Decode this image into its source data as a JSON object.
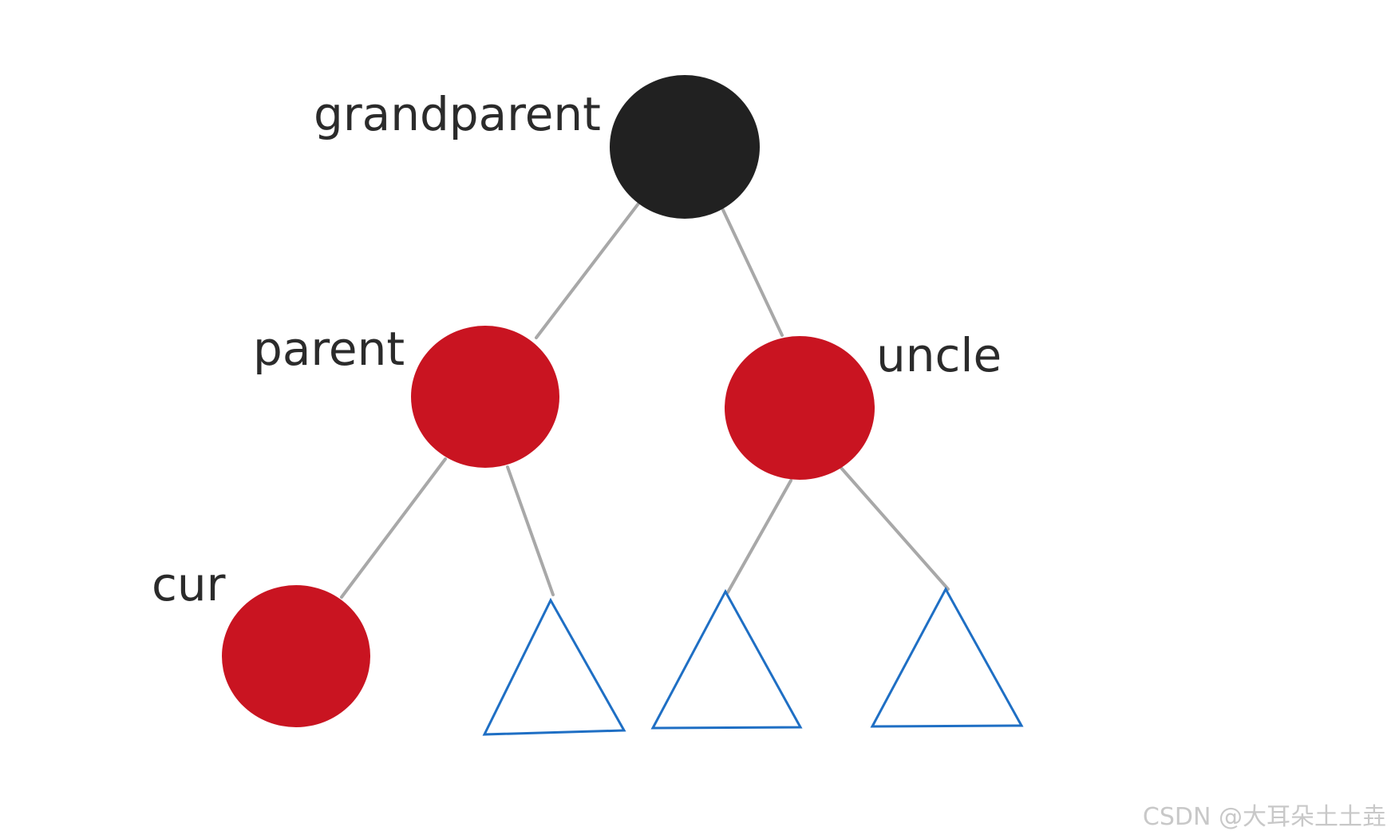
{
  "diagram": {
    "nodes": [
      {
        "id": "grandparent",
        "label": "grandparent",
        "color": "#212121"
      },
      {
        "id": "parent",
        "label": "parent",
        "color": "#c91421"
      },
      {
        "id": "uncle",
        "label": "uncle",
        "color": "#c91421"
      },
      {
        "id": "cur",
        "label": "cur",
        "color": "#c91421"
      }
    ],
    "subtree_color": "#1f6fc4",
    "edge_color": "#a8a8a8",
    "edges": [
      [
        "grandparent",
        "parent"
      ],
      [
        "grandparent",
        "uncle"
      ],
      [
        "parent",
        "cur"
      ],
      [
        "parent",
        "subtree-parent-right"
      ],
      [
        "uncle",
        "subtree-uncle-left"
      ],
      [
        "uncle",
        "subtree-uncle-right"
      ]
    ]
  },
  "watermark": "CSDN @大耳朵土土垚"
}
